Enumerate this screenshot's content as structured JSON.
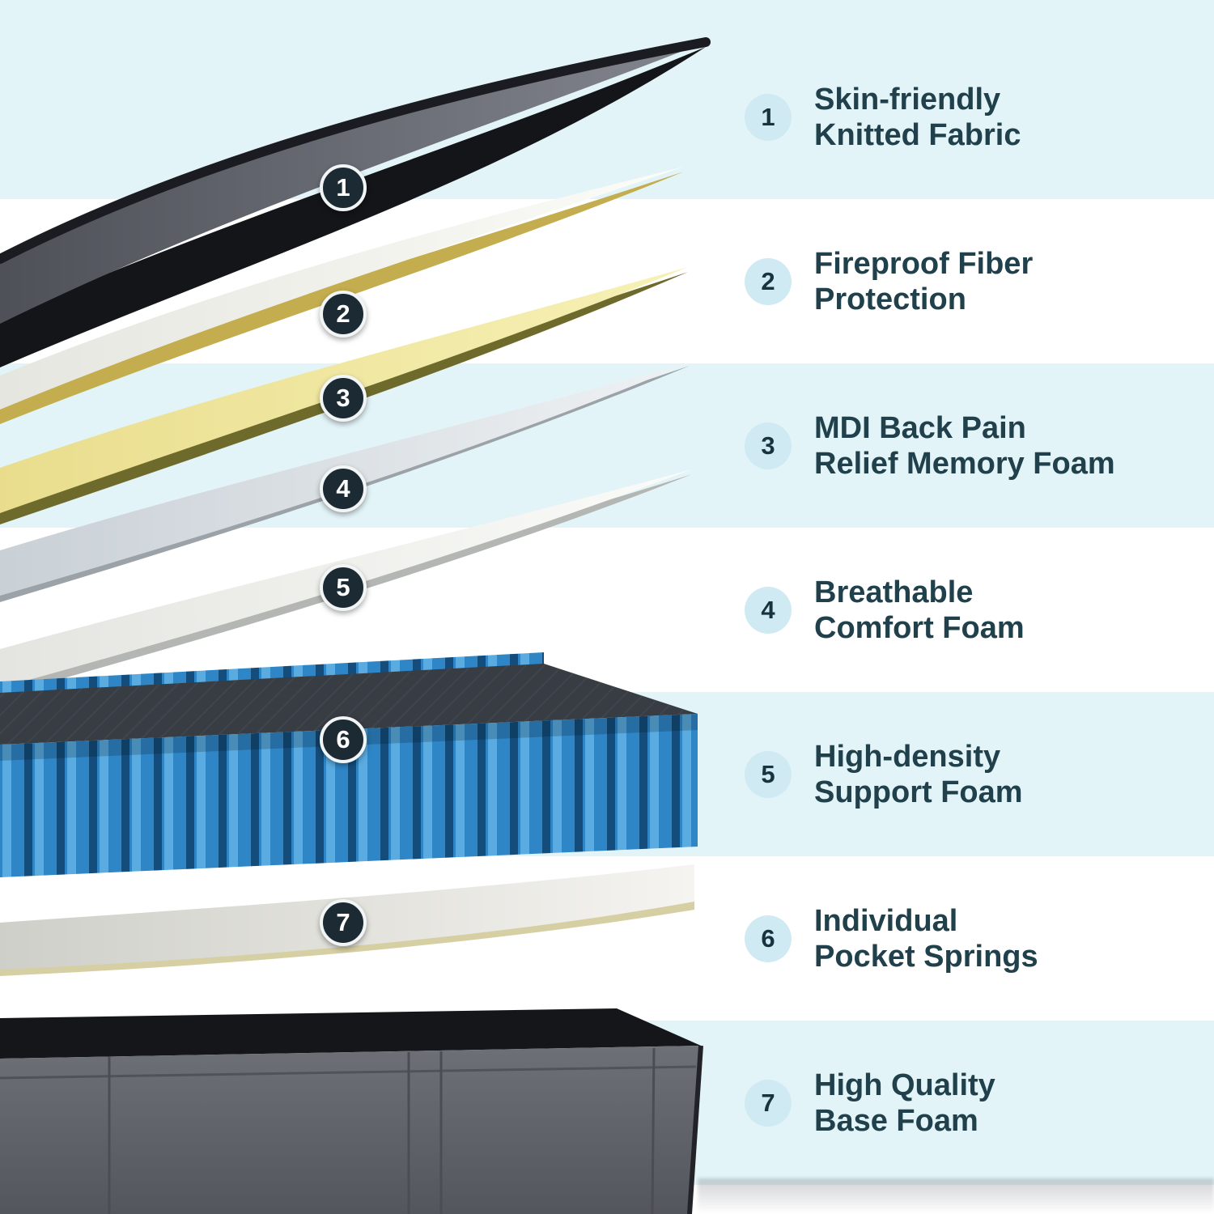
{
  "layer_badges": [
    "1",
    "2",
    "3",
    "4",
    "5",
    "6",
    "7"
  ],
  "legend": [
    {
      "number": "1",
      "line1": "Skin-friendly",
      "line2": "Knitted Fabric"
    },
    {
      "number": "2",
      "line1": "Fireproof Fiber",
      "line2": "Protection"
    },
    {
      "number": "3",
      "line1": "MDI Back Pain",
      "line2": "Relief Memory Foam"
    },
    {
      "number": "4",
      "line1": "Breathable",
      "line2": "Comfort Foam"
    },
    {
      "number": "5",
      "line1": "High-density",
      "line2": "Support Foam"
    },
    {
      "number": "6",
      "line1": "Individual",
      "line2": "Pocket Springs"
    },
    {
      "number": "7",
      "line1": "High Quality",
      "line2": "Base Foam"
    }
  ],
  "colors": {
    "stripe_cyan": "#e3f4f8",
    "stripe_white": "#ffffff",
    "badge_background": "#1c2a33",
    "badge_text": "#ffffff",
    "legend_circle": "#cfeaf3",
    "legend_text": "#20404b",
    "spring_blue": "#2e86c6",
    "memory_foam_yellow": "#f1e8a2",
    "fabric_gray": "#6a6d75"
  }
}
